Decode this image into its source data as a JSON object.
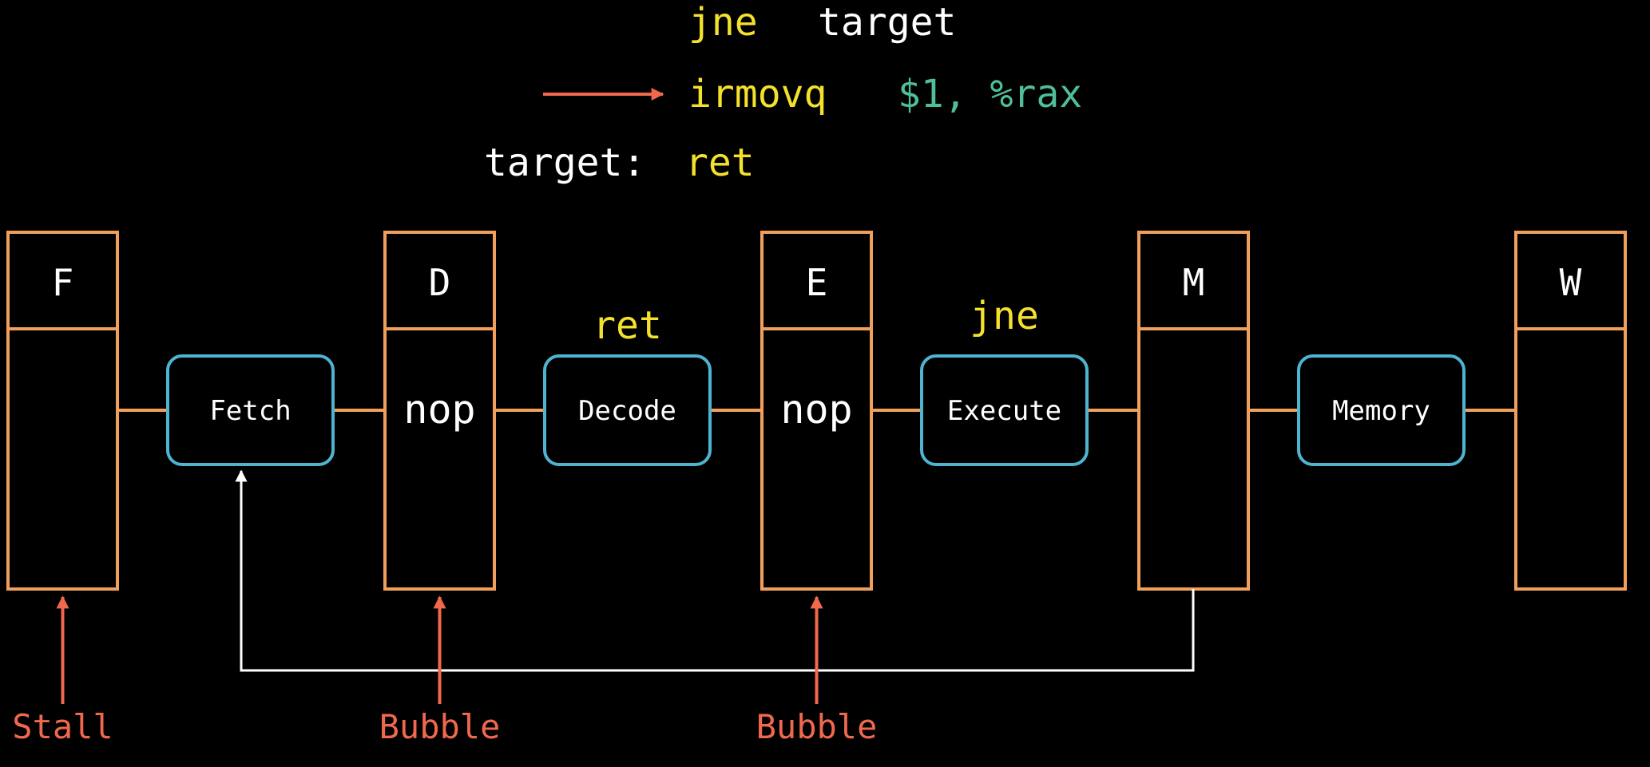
{
  "code": {
    "line1": {
      "mnemonic": "jne",
      "operand": "target"
    },
    "line2": {
      "mnemonic": "irmovq",
      "operand": "$1, %rax"
    },
    "line3": {
      "label": "target:",
      "mnemonic": "ret"
    }
  },
  "registers": [
    "F",
    "D",
    "E",
    "M",
    "W"
  ],
  "register_contents": [
    "",
    "nop",
    "nop",
    "",
    ""
  ],
  "stages": [
    "Fetch",
    "Decode",
    "Execute",
    "Memory"
  ],
  "stage_instructions": [
    "",
    "ret",
    "jne",
    ""
  ],
  "controls": [
    "Stall",
    "Bubble",
    "Bubble",
    "",
    ""
  ],
  "colors": {
    "background": "#000000",
    "register": "#f0a05a",
    "stage": "#4eb4d0",
    "instruction": "#f3e12c",
    "operand": "#4fbf9a",
    "control": "#f0684e",
    "text": "#ffffff",
    "feedback": "#ffffff"
  }
}
